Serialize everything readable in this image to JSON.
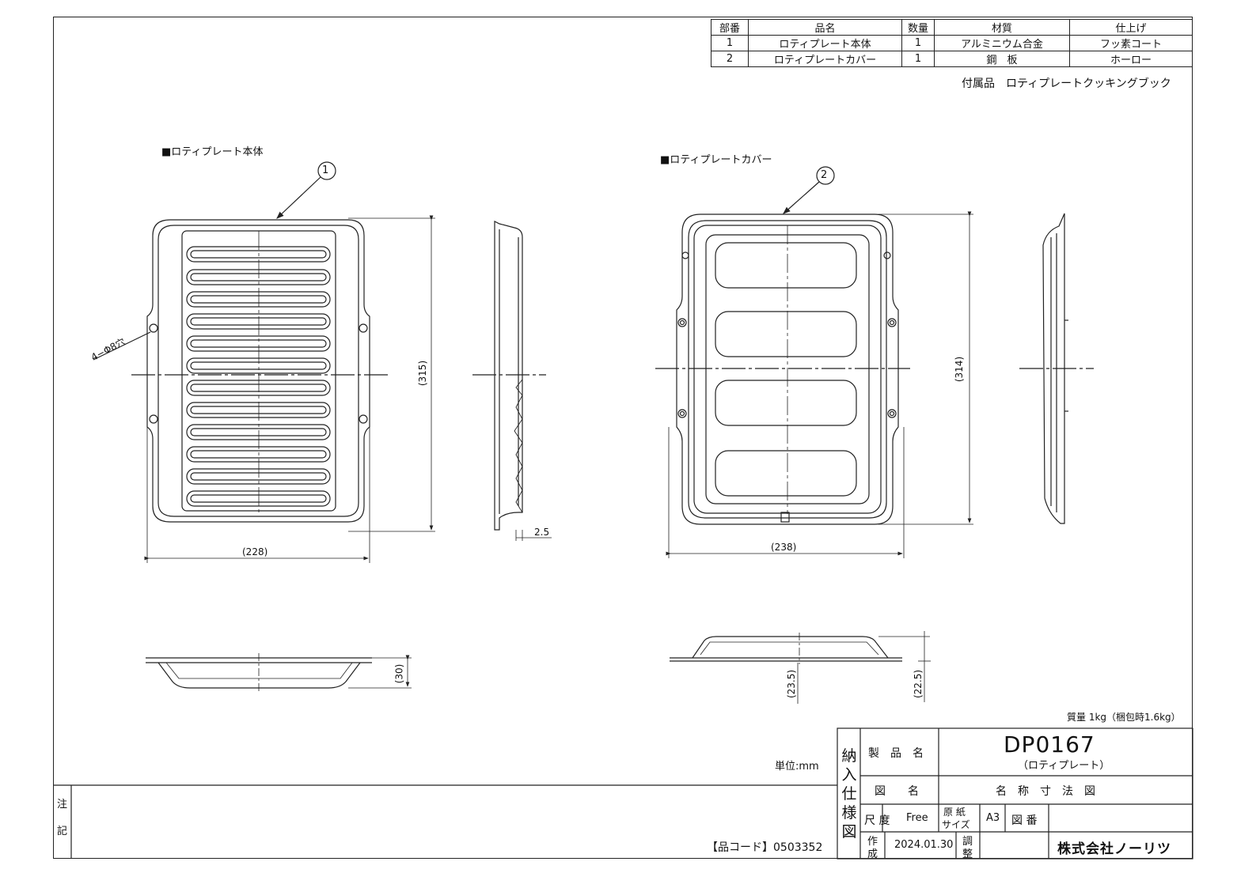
{
  "parts_table": {
    "headers": [
      "部番",
      "品名",
      "数量",
      "材質",
      "仕上げ"
    ],
    "rows": [
      [
        "1",
        "ロティプレート本体",
        "1",
        "アルミニウム合金",
        "フッ素コート"
      ],
      [
        "2",
        "ロティプレートカバー",
        "1",
        "鋼　板",
        "ホーロー"
      ]
    ]
  },
  "accessory": "付属品　ロティプレートクッキングブック",
  "views": {
    "body_title": "■ロティプレート本体",
    "cover_title": "■ロティプレートカバー",
    "balloon_1": "1",
    "balloon_2": "2",
    "hole_note": "4−Φ8穴",
    "dim_body_height": "(315)",
    "dim_body_width": "(228)",
    "dim_body_depth": "(30)",
    "dim_side_thickness": "2.5",
    "dim_cover_height": "(314)",
    "dim_cover_width": "(238)",
    "dim_cover_depth_a": "(23.5)",
    "dim_cover_depth_b": "(22.5)"
  },
  "mass": "質量 1kg（梱包時1.6kg）",
  "unit": "単位:mm",
  "notes_label": [
    "注",
    "記"
  ],
  "product_code": "【品コード】0503352",
  "title_block": {
    "side_label": [
      "納",
      "入",
      "仕",
      "様",
      "図"
    ],
    "product_name_label": "製　品　名",
    "product_name": "DP0167",
    "product_subname": "（ロティプレート）",
    "drawing_name_label": "図　　名",
    "drawing_name": "名　称　寸　法　図",
    "scale_label": "尺 度",
    "scale_value": "Free",
    "paper_label_1": "原 紙",
    "paper_label_2": "サイズ",
    "paper_value": "A3",
    "drawing_no_label": "図 番",
    "created_label_1": "作",
    "created_label_2": "成",
    "created_date": "2024.01.30",
    "adjust_label_1": "調",
    "adjust_label_2": "整",
    "company": "株式会社ノーリツ"
  }
}
